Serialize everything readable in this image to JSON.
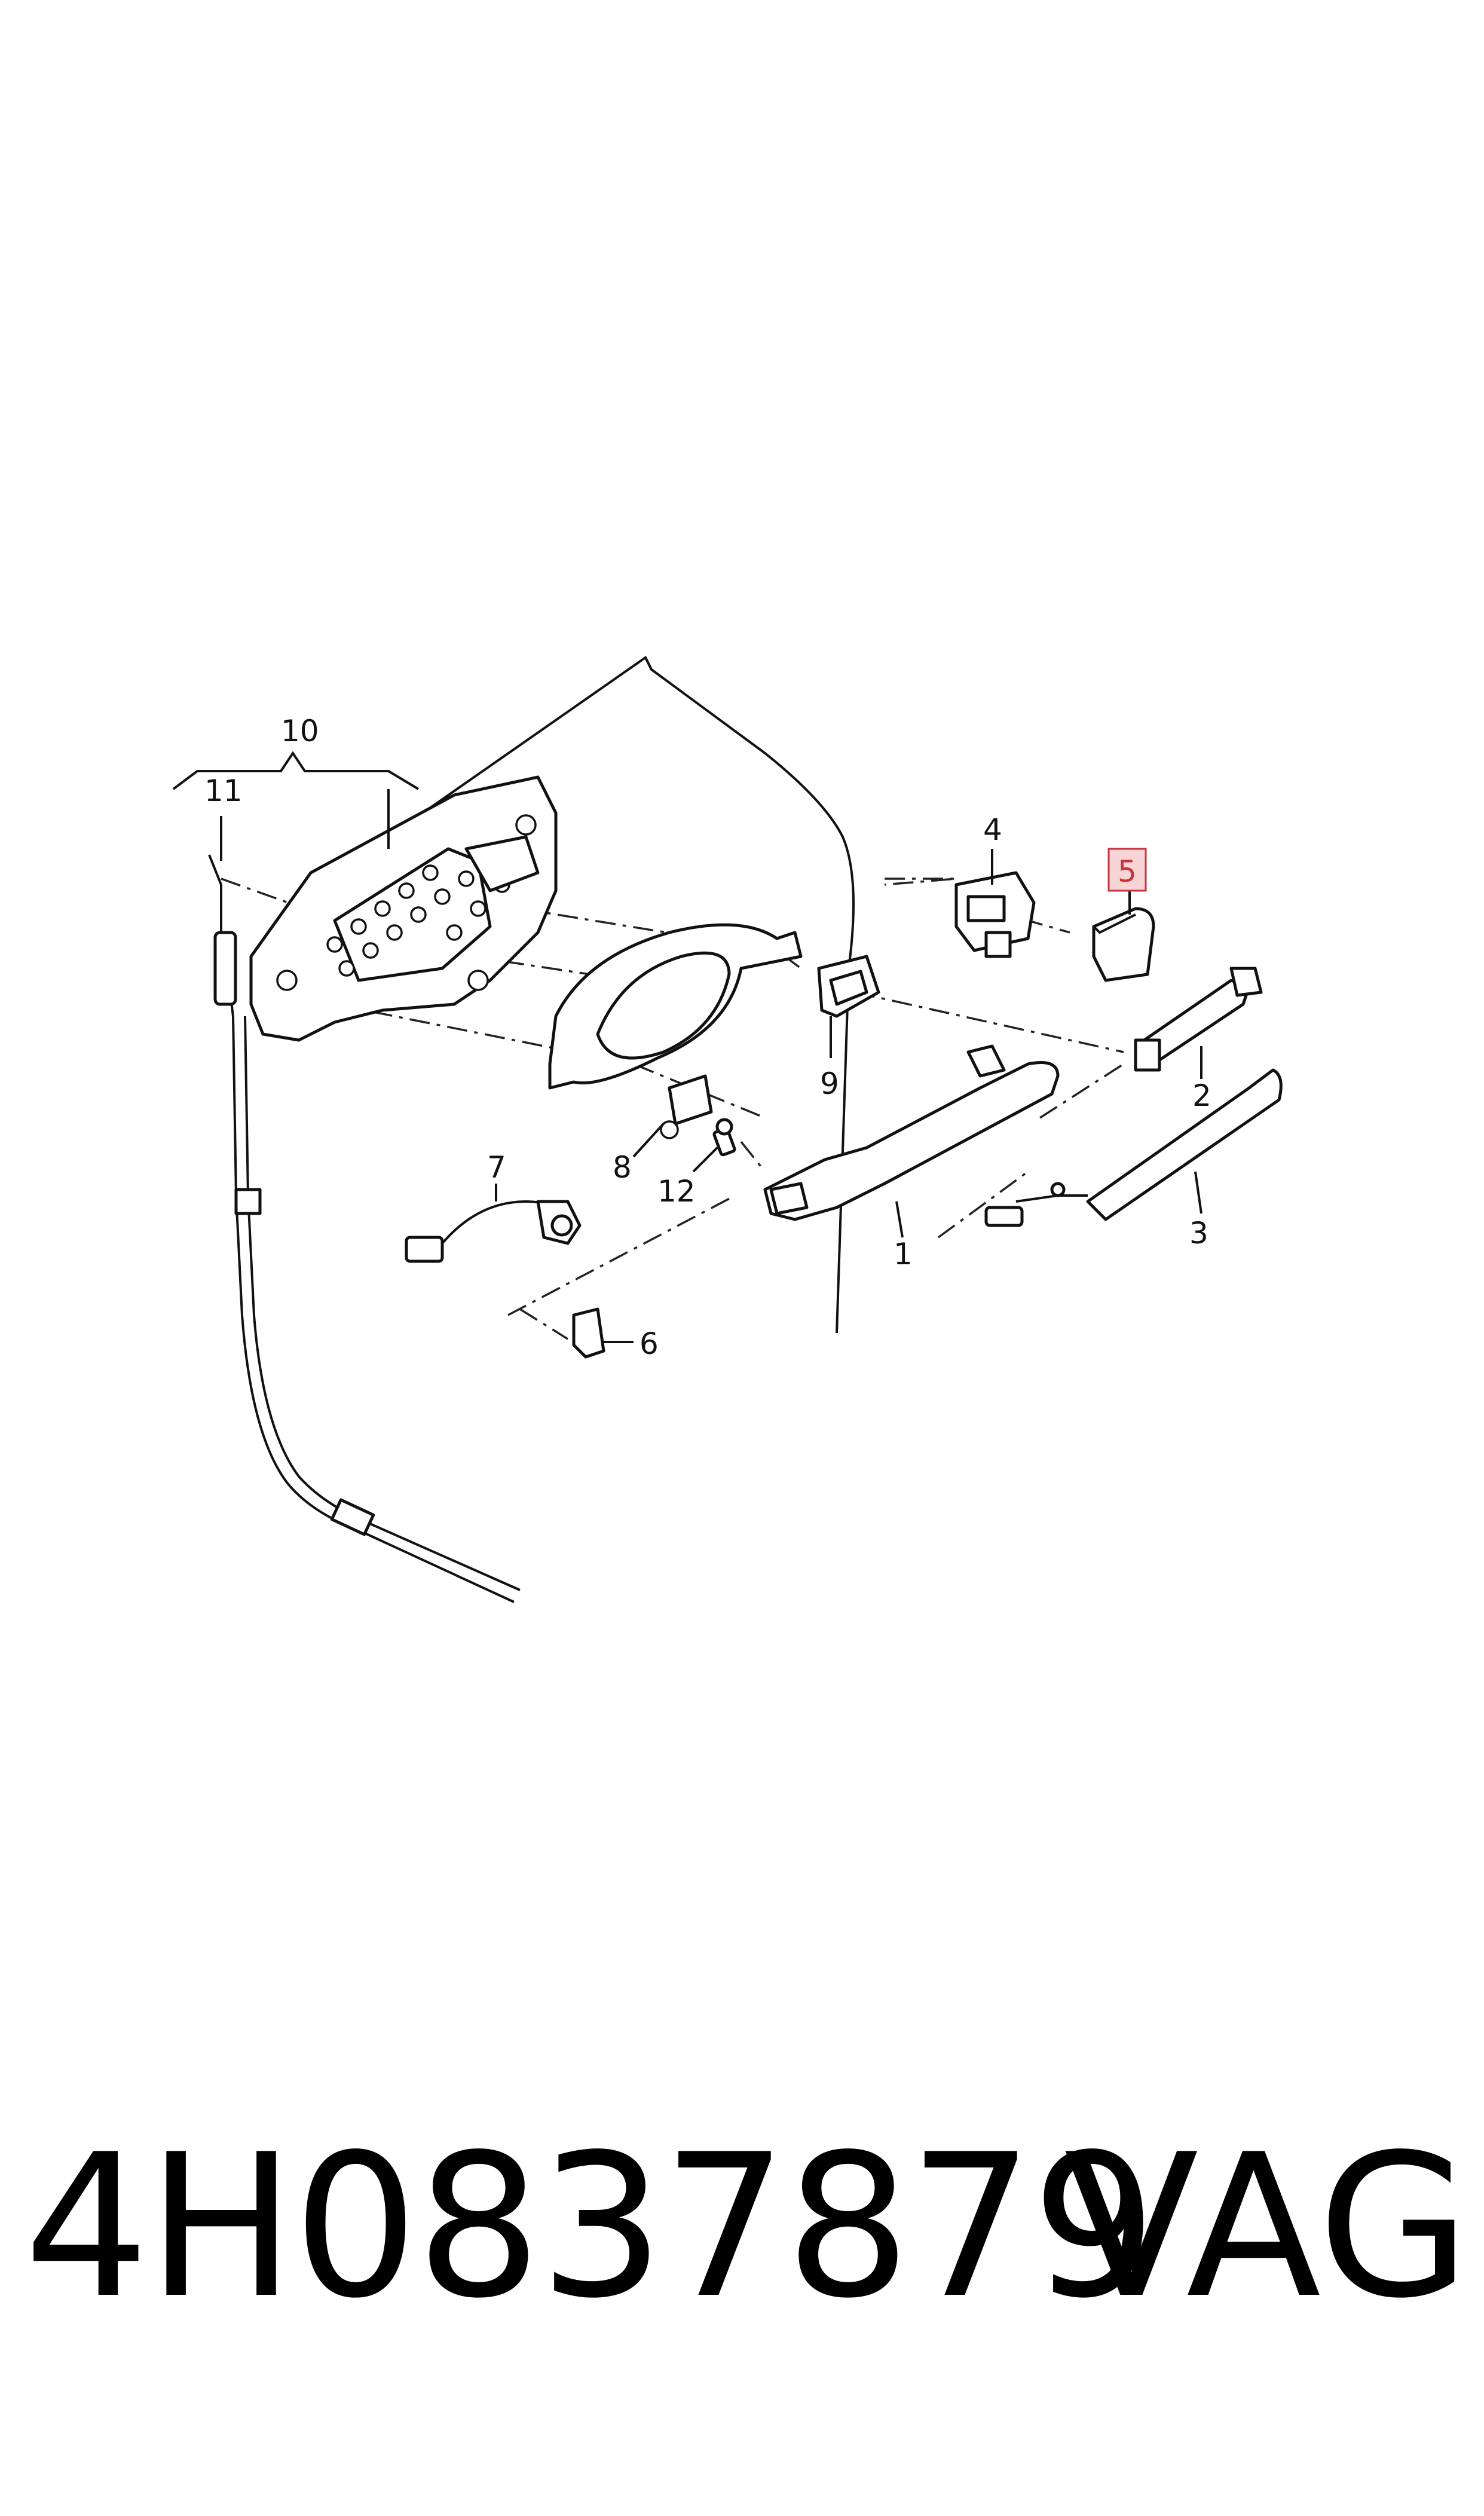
{
  "diagram": {
    "callouts": [
      {
        "id": "1",
        "text": "1"
      },
      {
        "id": "2",
        "text": "2"
      },
      {
        "id": "3",
        "text": "3"
      },
      {
        "id": "4",
        "text": "4"
      },
      {
        "id": "5",
        "text": "5",
        "highlighted": true
      },
      {
        "id": "6",
        "text": "6"
      },
      {
        "id": "7",
        "text": "7"
      },
      {
        "id": "8",
        "text": "8"
      },
      {
        "id": "9",
        "text": "9"
      },
      {
        "id": "10",
        "text": "10"
      },
      {
        "id": "11",
        "text": "11"
      },
      {
        "id": "12",
        "text": "12"
      }
    ],
    "highlight_color": "#c7343d",
    "highlight_fill": "#f7d4d6"
  },
  "footer": {
    "part_number": "4H0837879",
    "brand": "VAG"
  }
}
